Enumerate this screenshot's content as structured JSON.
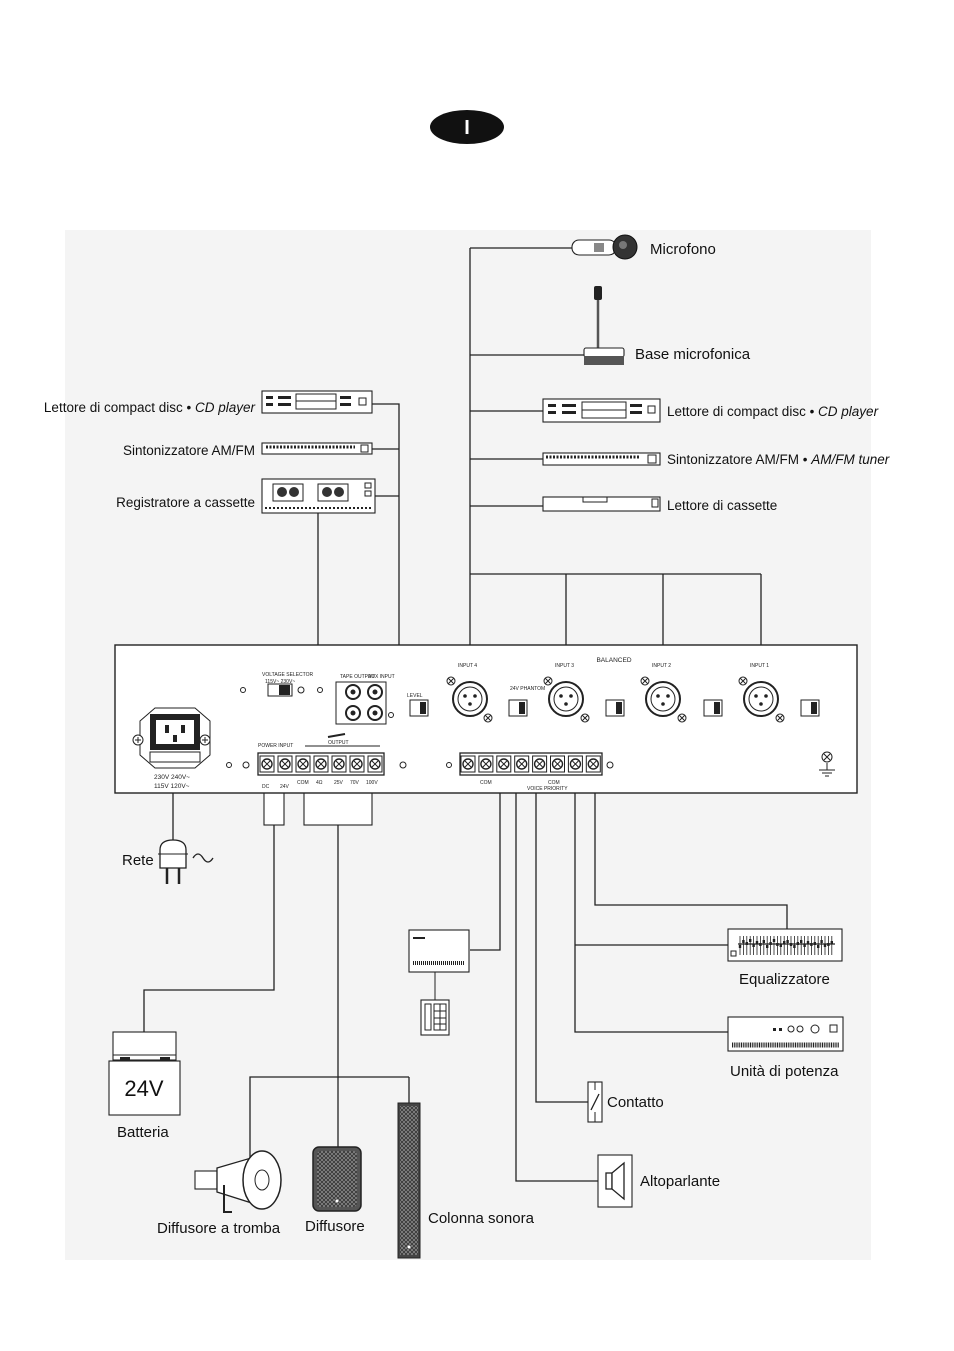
{
  "badge": {
    "letter": "I"
  },
  "labels": {
    "microfono": "Microfono",
    "base_microfonica": "Base microfonica",
    "cd_right_it": "Lettore di compact disc • ",
    "cd_right_en": "CD player",
    "tuner_right_it": "Sintonizzatore AM/FM • ",
    "tuner_right_en": "AM/FM tuner",
    "cassette_right": "Lettore di cassette",
    "cd_left_it": "Lettore di compact disc • ",
    "cd_left_en": "CD player",
    "tuner_left": "Sintonizzatore AM/FM",
    "cassette_left": "Registratore  a cassette",
    "rete": "Rete",
    "equalizzatore": "Equalizzatore",
    "unita_potenza": "Unità di potenza",
    "contatto": "Contatto",
    "altoparlante": "Altoparlante",
    "batteria": "Batteria",
    "battery_voltage": "24V",
    "diffusore_tromba": "Diffusore a tromba",
    "diffusore": "Diffusore",
    "colonna": "Colonna sonora"
  },
  "panel": {
    "balanced": "BALANCED",
    "input4": "INPUT 4",
    "input3": "INPUT 3",
    "input2": "INPUT 2",
    "input1": "INPUT 1",
    "voltage_selector": "VOLTAGE SELECTOR",
    "voltage_values": "115V~ 230V~",
    "tape_output": "TAPE OUTPUT",
    "aux_input": "AUX INPUT",
    "power_input": "POWER  INPUT",
    "output": "OUTPUT",
    "mains_rating_1": "230V  240V~",
    "mains_rating_2": "115V  120V~",
    "out_com": "COM",
    "out_4ohm": "4Ω",
    "out_25v": "25V",
    "out_70v": "70V",
    "out_100v": "100V",
    "dc": "DC",
    "v24": "24V",
    "com_left": "COM",
    "com_mid": "COM",
    "voice_priority": "VOICE PRIORITY"
  }
}
